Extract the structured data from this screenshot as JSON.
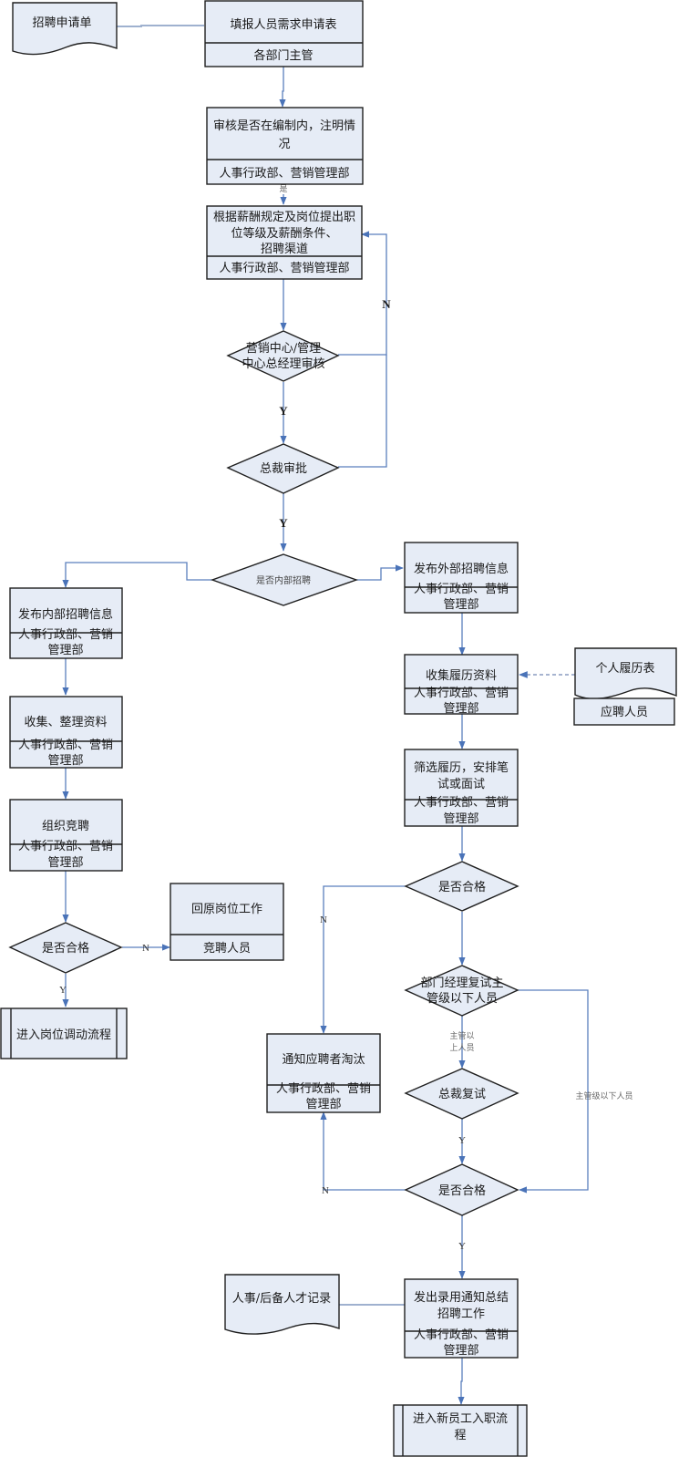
{
  "title": "招聘流程图",
  "colors": {
    "shape_fill": "#e6ecf6",
    "shape_stroke": "#1f1f1f",
    "connector": "#5b7fbd",
    "text": "#1a1a1a"
  },
  "nodes": {
    "recruit_form_doc": {
      "lines": [
        "招聘申请单"
      ]
    },
    "fill_request": {
      "lines": [
        "填报人员需求申请表"
      ],
      "owner": [
        "各部门主管"
      ]
    },
    "review_quota": {
      "lines": [
        "审核是否在编制内，注明情",
        "况"
      ],
      "owner": [
        "人事行政部、营销管理部"
      ]
    },
    "set_salary": {
      "lines": [
        "根据薪酬规定及岗位提出职",
        "位等级及薪酬条件、",
        "招聘渠道"
      ],
      "owner": [
        "人事行政部、营销管理部"
      ]
    },
    "gm_review": {
      "lines": [
        "营销中心/管理",
        "中心总经理审核"
      ]
    },
    "ceo_approve": {
      "lines": [
        "总裁审批"
      ]
    },
    "internal_decision": {
      "lines": [
        "是否内部招聘"
      ]
    },
    "publish_internal": {
      "lines": [
        "发布内部招聘信息"
      ],
      "owner": [
        "人事行政部、营销",
        "管理部"
      ]
    },
    "collect_internal": {
      "lines": [
        "收集、整理资料"
      ],
      "owner": [
        "人事行政部、营销",
        "管理部"
      ]
    },
    "organize_compete": {
      "lines": [
        "组织竞聘"
      ],
      "owner": [
        "人事行政部、营销",
        "管理部"
      ]
    },
    "qualified_internal": {
      "lines": [
        "是否合格"
      ]
    },
    "return_post": {
      "lines": [
        "回原岗位工作"
      ],
      "owner": [
        "竞聘人员"
      ]
    },
    "transfer_flow": {
      "lines": [
        "进入岗位调动流程"
      ]
    },
    "publish_external": {
      "lines": [
        "发布外部招聘信息"
      ],
      "owner": [
        "人事行政部、营销",
        "管理部"
      ]
    },
    "collect_resume": {
      "lines": [
        "收集履历资料"
      ],
      "owner": [
        "人事行政部、营销",
        "管理部"
      ]
    },
    "resume_doc": {
      "lines": [
        "个人履历表"
      ],
      "owner": [
        "应聘人员"
      ]
    },
    "screen_resume": {
      "lines": [
        "筛选履历，安排笔",
        "试或面试"
      ],
      "owner": [
        "人事行政部、营销",
        "管理部"
      ]
    },
    "qualified_1": {
      "lines": [
        "是否合格"
      ]
    },
    "dept_retest": {
      "lines": [
        "部门经理复试主",
        "管级以下人员"
      ]
    },
    "ceo_retest": {
      "lines": [
        "总裁复试"
      ]
    },
    "qualified_2": {
      "lines": [
        "是否合格"
      ]
    },
    "notify_reject": {
      "lines": [
        "通知应聘者淘汰"
      ],
      "owner": [
        "人事行政部、营销",
        "管理部"
      ]
    },
    "send_offer": {
      "lines": [
        "发出录用通知总结",
        "招聘工作"
      ],
      "owner": [
        "人事行政部、营销",
        "管理部"
      ]
    },
    "talent_record_doc": {
      "lines": [
        "人事/后备人才记录"
      ]
    },
    "onboard_flow": {
      "lines": [
        "进入新员工入职流",
        "程"
      ]
    }
  },
  "edge_labels": {
    "yes_small": "是",
    "gm_no": "N",
    "gm_yes": "Y",
    "ceo_yes": "Y",
    "internal_no": "N",
    "internal_yes": "Y",
    "q1_no": "N",
    "above_supervisor": [
      "主管以",
      "上人员"
    ],
    "below_supervisor": "主管级以下人员",
    "retest_yes": "Y",
    "q2_no": "N",
    "q2_yes": "Y"
  }
}
